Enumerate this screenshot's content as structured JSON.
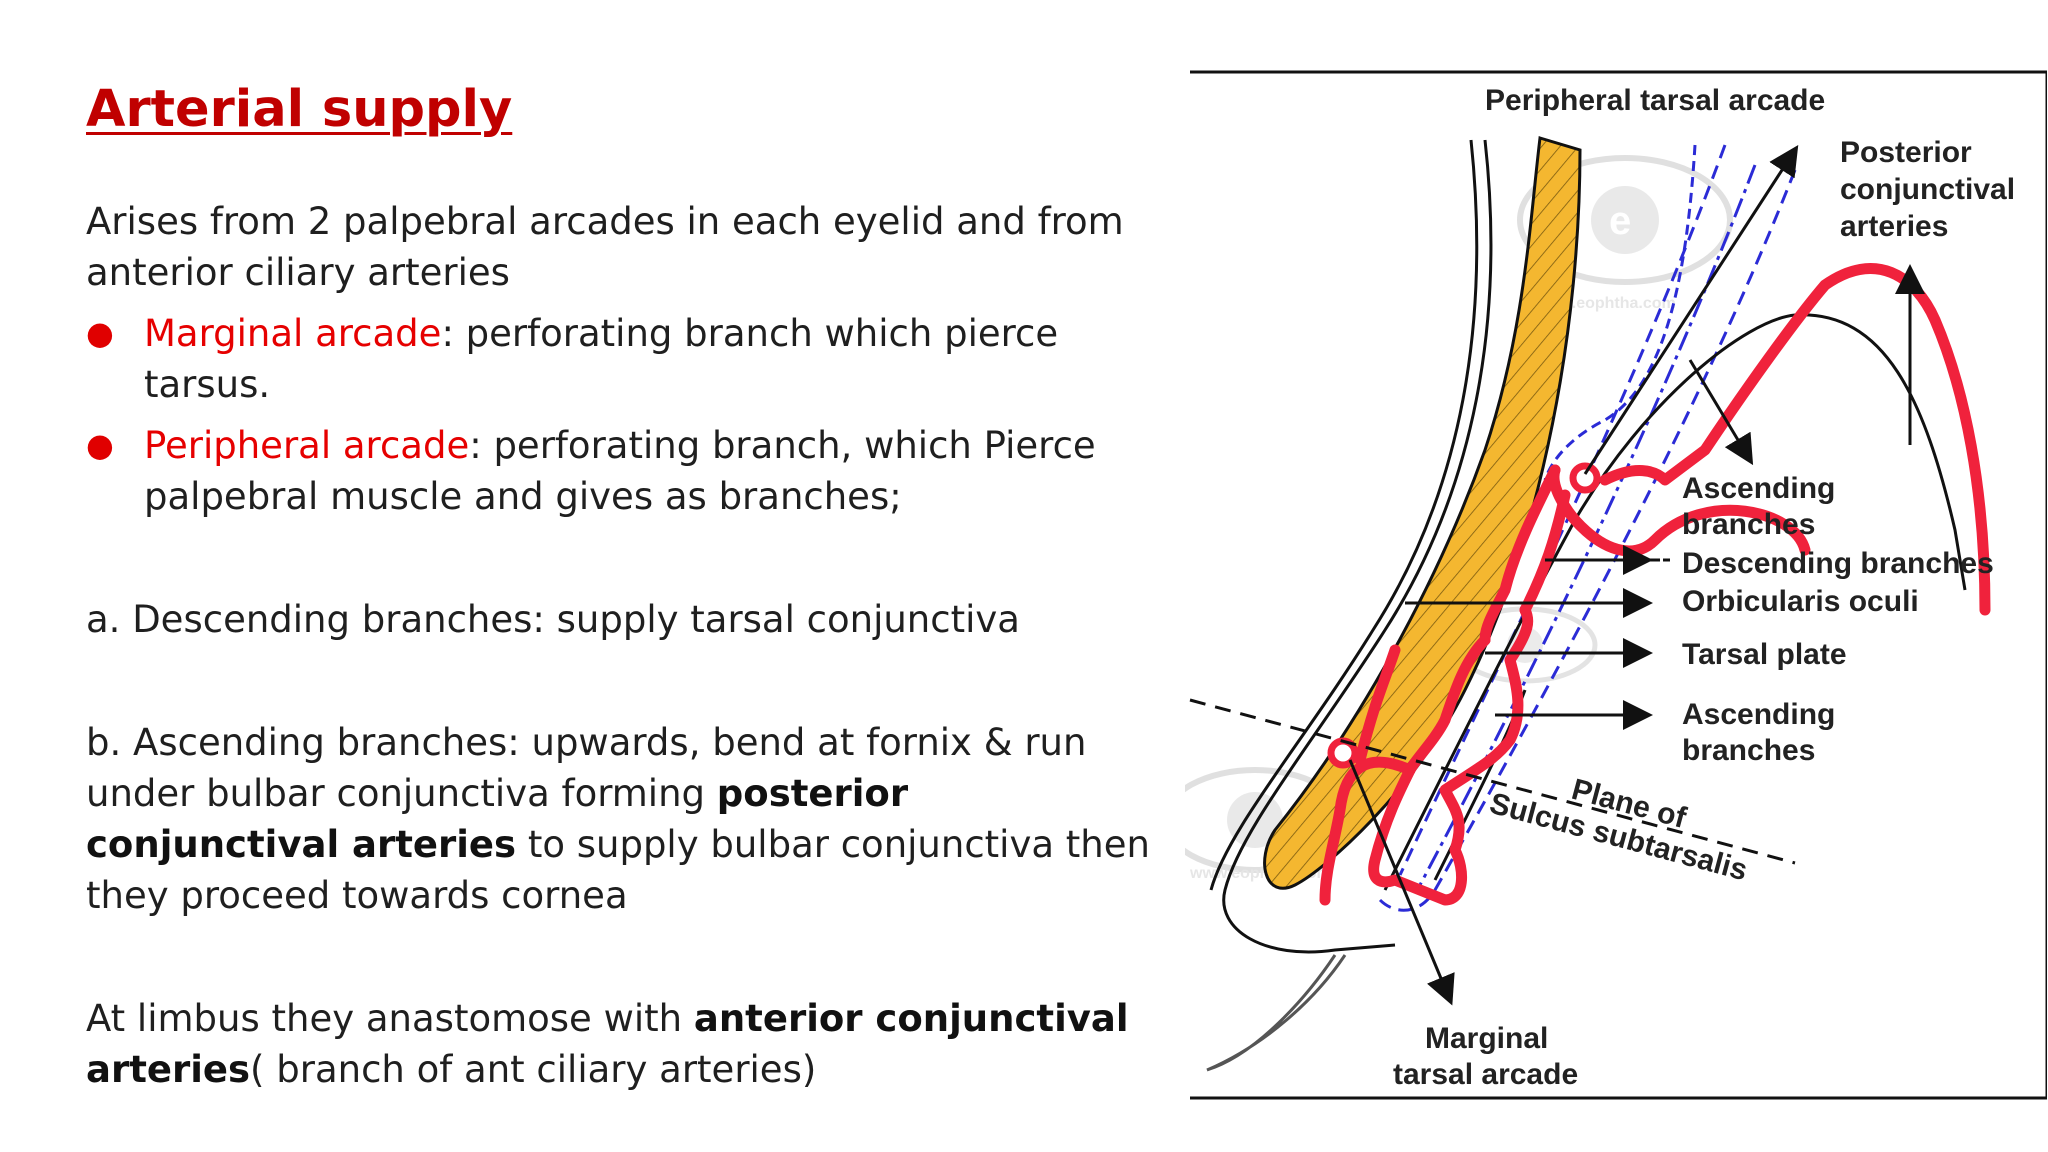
{
  "slide": {
    "title": "Arterial supply",
    "intro": "Arises from 2 palpebral arcades in each eyelid and from anterior ciliary arteries",
    "bullets": [
      {
        "term": "Marginal arcade",
        "text": ": perforating branch which pierce tarsus."
      },
      {
        "term": "Peripheral arcade",
        "text": ": perforating branch, which  Pierce palpebral muscle and gives as  branches;"
      }
    ],
    "para_a": "a. Descending  branches: supply tarsal conjunctiva",
    "para_b": {
      "t1": "b. Ascending  branches: upwards, bend at fornix  &  run under bulbar conjunctiva forming ",
      "bold": "posterior conjunctival arteries",
      "t2": " to supply bulbar conjunctiva then they proceed towards cornea"
    },
    "para_c": {
      "t1": "At  limbus they anastomose with ",
      "bold": "anterior conjunctival arteries",
      "t2": "( branch  of ant ciliary arteries)"
    }
  },
  "diagram": {
    "labels": {
      "peripheral_tarsal_arcade": "Peripheral tarsal arcade",
      "posterior_1": "Posterior",
      "posterior_2": "conjunctival",
      "posterior_3": "arteries",
      "ascending_upper_1": "Ascending",
      "ascending_upper_2": "branches",
      "descending_branches": "Descending branches",
      "orbicularis_oculi": "Orbicularis oculi",
      "tarsal_plate": "Tarsal plate",
      "ascending_lower_1": "Ascending",
      "ascending_lower_2": "branches",
      "plane_1": "Plane of",
      "plane_2": "Sulcus subtarsalis",
      "marginal_1": "Marginal",
      "marginal_2": "tarsal arcade"
    },
    "watermark": "www.eophtha.com",
    "colors": {
      "tarsus": "#f4b730",
      "artery": "#f0223c",
      "conjunctiva": "#2b2bd6",
      "ink": "#111111"
    }
  }
}
